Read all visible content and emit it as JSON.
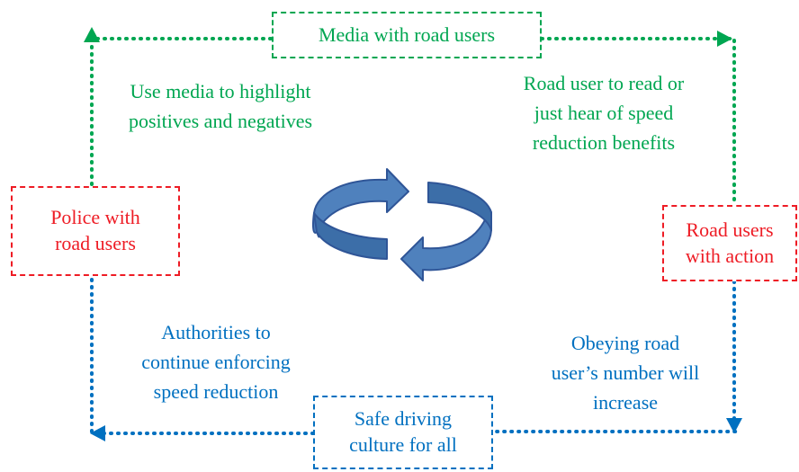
{
  "nodes": {
    "media": {
      "label": "Media with road users"
    },
    "police": {
      "label": "Police with\nroad users"
    },
    "road_users_action": {
      "label": "Road users\nwith action"
    },
    "safe_driving": {
      "label": "Safe driving\nculture for all"
    }
  },
  "edge_labels": {
    "police_to_media": "Use media to highlight\npositives and negatives",
    "media_to_road_users": "Road user to read or\njust hear of speed\nreduction benefits",
    "road_users_to_safe": "Obeying road\nuser’s number will\nincrease",
    "safe_to_police": "Authorities to\ncontinue enforcing\nspeed reduction"
  },
  "colors": {
    "green": "#00a651",
    "red": "#ee1c25",
    "blue": "#0070c0",
    "arrow_fill": "#4f81bd",
    "arrow_stroke": "#2f5597"
  },
  "icons": {
    "center": "cycle-arrows-icon"
  }
}
